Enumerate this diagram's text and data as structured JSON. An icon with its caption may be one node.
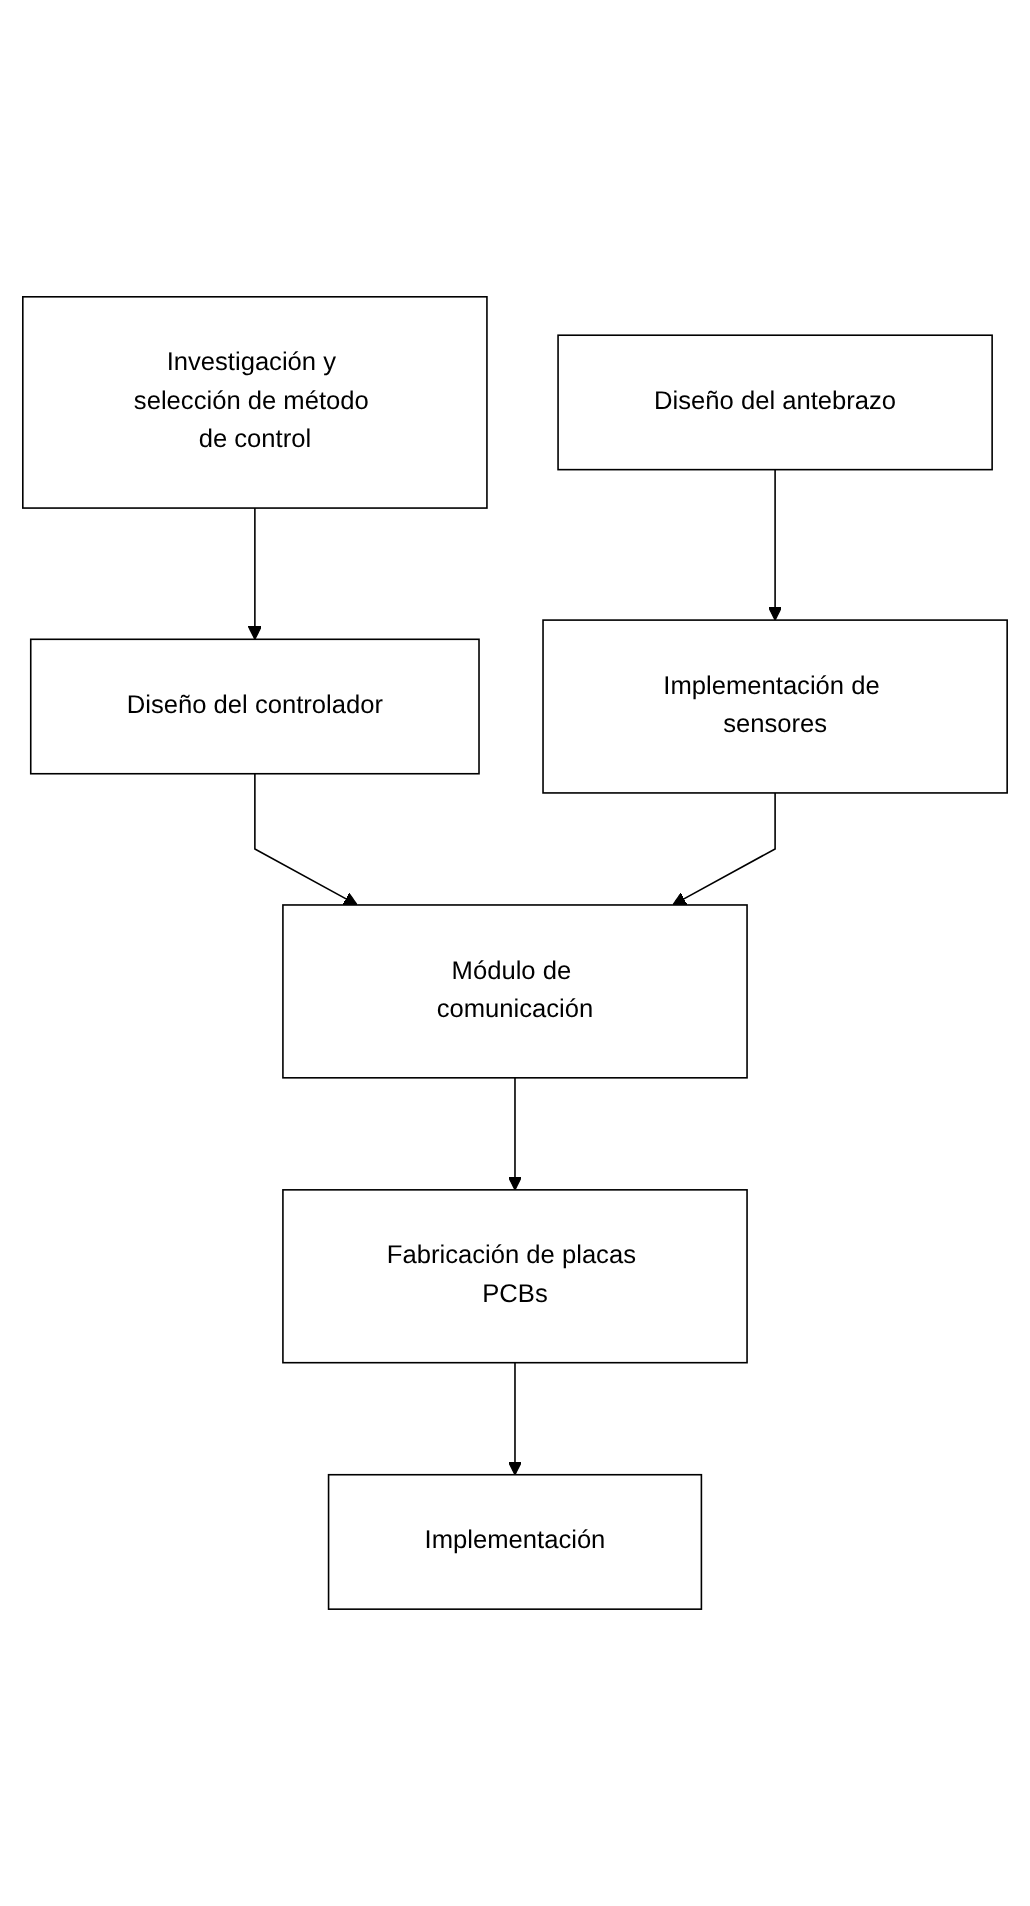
{
  "diagram": {
    "nodes": [
      {
        "text": [
          "Investigación y selección de método de control"
        ]
      },
      {
        "text": [
          "Diseño del antebrazo"
        ]
      },
      {
        "text": [
          "Diseño del controlador"
        ]
      },
      {
        "text": [
          "Implementación de sensores"
        ]
      },
      {
        "text": [
          "Módulo de comunicación"
        ]
      },
      {
        "text": [
          "Fabricación de placas PCBs"
        ]
      },
      {
        "text": [
          "Implementación"
        ]
      }
    ],
    "edges": [
      {
        "from": 0,
        "to": 2,
        "arrow": "to"
      },
      {
        "from": 1,
        "to": 3,
        "arrow": "to"
      },
      {
        "from": 2,
        "to": 4,
        "arrow": "to"
      },
      {
        "from": 3,
        "to": 4,
        "arrow": "to"
      },
      {
        "from": 4,
        "to": 5,
        "arrow": "to"
      },
      {
        "from": 5,
        "to": 6,
        "arrow": "to"
      }
    ]
  }
}
